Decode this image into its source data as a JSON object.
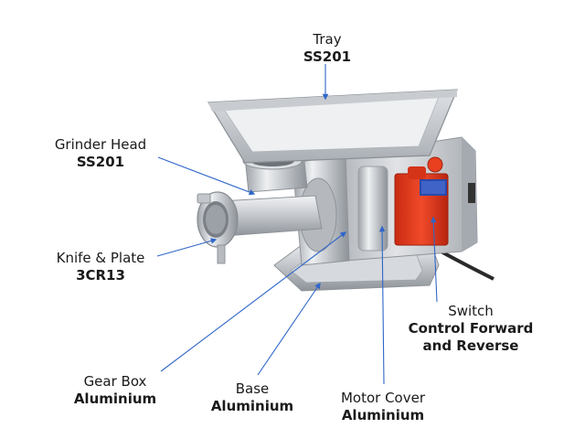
{
  "labels": {
    "tray": {
      "name": "Tray",
      "material": "SS201"
    },
    "grinder_head": {
      "name": "Grinder Head",
      "material": "SS201"
    },
    "knife_plate": {
      "name": "Knife & Plate",
      "material": "3CR13"
    },
    "gear_box": {
      "name": "Gear Box",
      "material": "Aluminium"
    },
    "base": {
      "name": "Base",
      "material": "Aluminium"
    },
    "motor_cover": {
      "name": "Motor Cover",
      "material": "Aluminium"
    },
    "switch": {
      "name": "Switch",
      "material_line1": "Control Forward",
      "material_line2": "and Reverse"
    }
  },
  "colors": {
    "leader_line": "#2f66c8",
    "switch_red": "#e03a1e",
    "steel": "#c9ccd0"
  }
}
